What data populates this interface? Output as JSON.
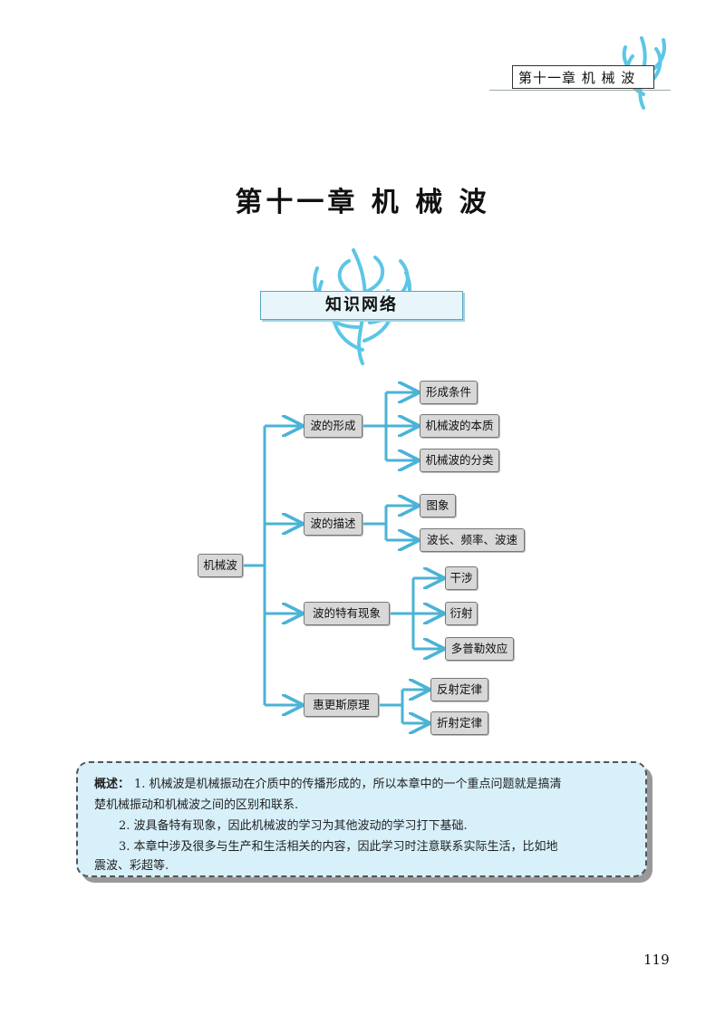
{
  "header": {
    "running_head": "第十一章  机  械  波"
  },
  "chapter_title": "第十一章    机    械    波",
  "section_banner": "知识网络",
  "mindmap": {
    "root": "机械波",
    "branches": [
      {
        "label": "波的形成",
        "children": [
          "形成条件",
          "机械波的本质",
          "机械波的分类"
        ]
      },
      {
        "label": "波的描述",
        "children": [
          "图象",
          "波长、频率、波速"
        ]
      },
      {
        "label": "波的特有现象",
        "children": [
          "干涉",
          "衍射",
          "多普勒效应"
        ]
      },
      {
        "label": "惠更斯原理",
        "children": [
          "反射定律",
          "折射定律"
        ]
      }
    ]
  },
  "summary": {
    "heading": "概述：",
    "line1": "1. 机械波是机械振动在介质中的传播形成的，所以本章中的一个重点问题就是搞清",
    "line2": "楚机械振动和机械波之间的区别和联系.",
    "line3": "2. 波具备特有现象，因此机械波的学习为其他波动的学习打下基础.",
    "line4": "3. 本章中涉及很多与生产和生活相关的内容，因此学习时注意联系实际生活，比如地",
    "line5": "震波、彩超等."
  },
  "page_number": "119",
  "colors": {
    "arrow": "#4ab3d6",
    "node_fill": "#d8d8d8",
    "summary_fill": "#d7f0fa",
    "ornament": "#5cc6e6"
  }
}
